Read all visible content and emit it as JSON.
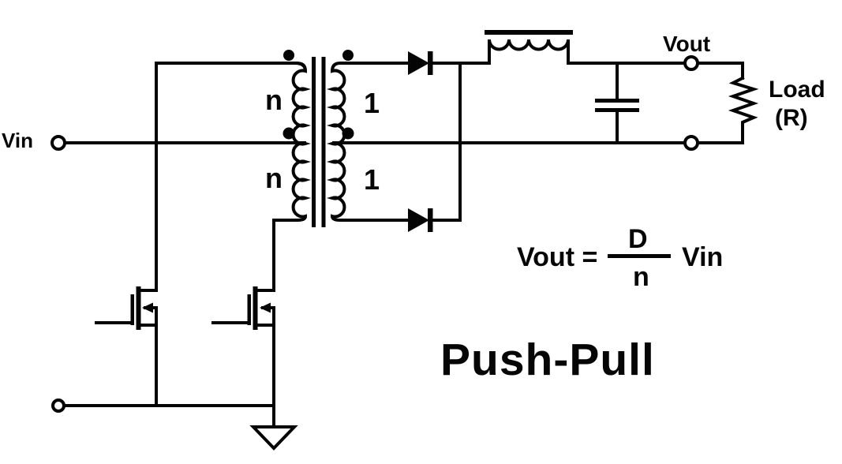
{
  "title": "Push-Pull",
  "colors": {
    "ink": "#040404",
    "background": "#ffffff"
  },
  "labels": {
    "vin": "Vin",
    "vout": "Vout",
    "load_line1": "Load",
    "load_line2": "(R)",
    "primary_top_turns": "n",
    "primary_bottom_turns": "n",
    "secondary_top_turns": "1",
    "secondary_bottom_turns": "1"
  },
  "formula": {
    "lhs": "Vout =",
    "numerator": "D",
    "denominator": "n",
    "rhs": "Vin"
  }
}
